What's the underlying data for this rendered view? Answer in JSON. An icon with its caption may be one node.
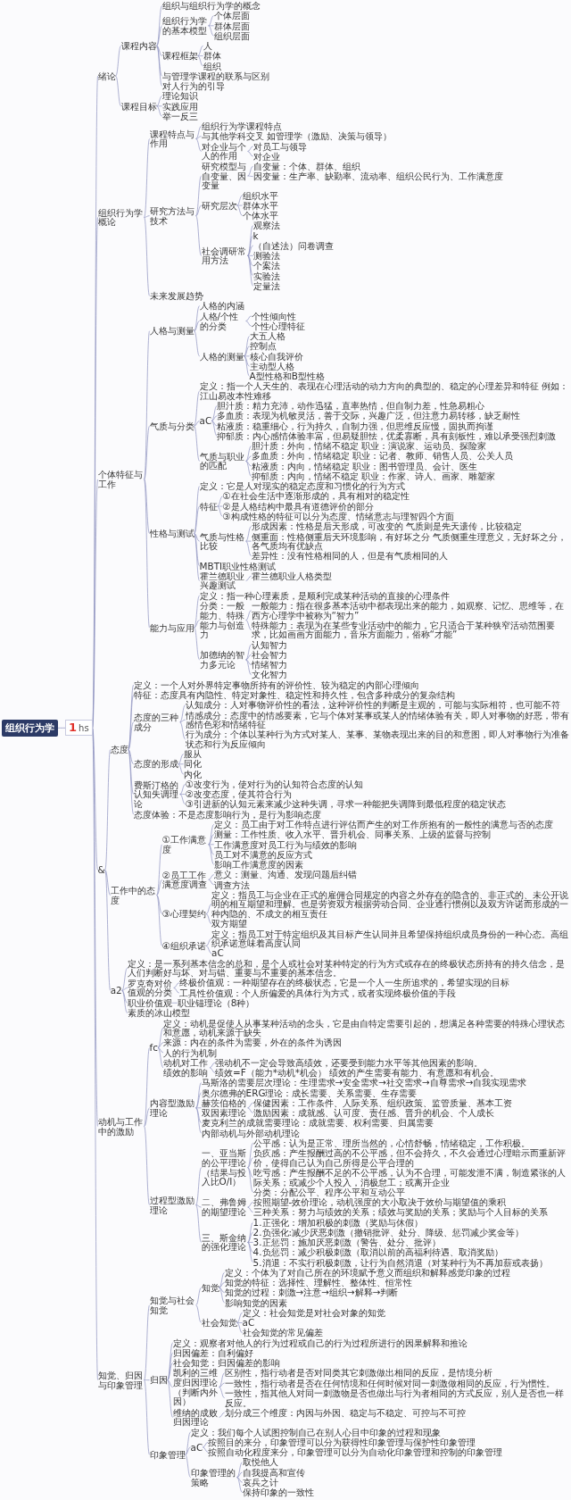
{
  "diagram": {
    "nodes": [
      {
        "text": [
          "组织行为学"
        ]
      },
      {
        "text": [
          "1",
          "hs"
        ]
      },
      {
        "text": [
          "绪论"
        ]
      },
      {
        "text": [
          "课程内容"
        ]
      },
      {
        "text": [
          "组织与组织行为学的概念"
        ]
      },
      {
        "text": [
          "组织行为学的基本模型"
        ]
      },
      {
        "text": [
          "个体层面"
        ]
      },
      {
        "text": [
          "群体层面"
        ]
      },
      {
        "text": [
          "组织层面"
        ]
      },
      {
        "text": [
          "课程框架"
        ]
      },
      {
        "text": [
          "人"
        ]
      },
      {
        "text": [
          "群体"
        ]
      },
      {
        "text": [
          "组织"
        ]
      },
      {
        "text": [
          "与管理学课程的联系与区别"
        ]
      },
      {
        "text": [
          "对人行为的引导"
        ]
      },
      {
        "text": [
          "课程目标"
        ]
      },
      {
        "text": [
          "理论知识"
        ]
      },
      {
        "text": [
          "实践应用"
        ]
      },
      {
        "text": [
          "举一反三"
        ]
      },
      {
        "text": [
          "组织行为学概论"
        ]
      },
      {
        "text": [
          "课程特点与作用"
        ]
      },
      {
        "text": [
          "组织行为学课程特点"
        ]
      },
      {
        "text": [
          "与其他学科交叉 如管理学（激励、决策与领导）"
        ]
      },
      {
        "text": [
          "对企业与个人的作用"
        ]
      },
      {
        "text": [
          "对员工与领导"
        ]
      },
      {
        "text": [
          "对企业"
        ]
      },
      {
        "text": [
          "研究方法与技术"
        ]
      },
      {
        "text": [
          "研究模型与自变量、因变量"
        ]
      },
      {
        "text": [
          "自变量：个体、群体、组织"
        ]
      },
      {
        "text": [
          "因变量：生产率、缺勤率、流动率、组织公民行为、工作满意度"
        ]
      },
      {
        "text": [
          "研究层次"
        ]
      },
      {
        "text": [
          "组织水平"
        ]
      },
      {
        "text": [
          "群体水平"
        ]
      },
      {
        "text": [
          "个体水平"
        ]
      },
      {
        "text": [
          "社会调研常用方法"
        ]
      },
      {
        "text": [
          "观察法"
        ]
      },
      {
        "text": [
          "k"
        ]
      },
      {
        "text": [
          "（自述法）问卷调查"
        ]
      },
      {
        "text": [
          "测验法"
        ]
      },
      {
        "text": [
          "个案法"
        ]
      },
      {
        "text": [
          "实验法"
        ]
      },
      {
        "text": [
          "定量法"
        ]
      },
      {
        "text": [
          "未来发展趋势"
        ]
      },
      {
        "text": [
          "个体特征与工作"
        ]
      },
      {
        "text": [
          "人格与测量"
        ]
      },
      {
        "text": [
          "人格的内涵"
        ]
      },
      {
        "text": [
          "人格/个性的分类"
        ]
      },
      {
        "text": [
          "个性倾向性"
        ]
      },
      {
        "text": [
          "个性心理特征"
        ]
      },
      {
        "text": [
          "人格的测量"
        ]
      },
      {
        "text": [
          "大五人格"
        ]
      },
      {
        "text": [
          "控制点"
        ]
      },
      {
        "text": [
          "核心自我评价"
        ]
      },
      {
        "text": [
          "主动型人格"
        ]
      },
      {
        "text": [
          "A型性格和B型性格"
        ]
      },
      {
        "text": [
          "气质与分类"
        ]
      },
      {
        "text": [
          "定义：指一个人天生的、表现在心理活动的动力方向的典型的、稳定的心理差异和特征 例如：江山易改本性难移"
        ]
      },
      {
        "text": [
          "aC"
        ]
      },
      {
        "text": [
          "胆汁质：精力充沛，动作迅猛，直率热情，但自制力差，性急易粗心"
        ]
      },
      {
        "text": [
          "多血质：表现为机敏灵活，善于交际，兴趣广泛，但注意力易转移，缺乏耐性"
        ]
      },
      {
        "text": [
          "粘液质：稳重细心，行为持久，自制力强，但思维反应慢，固执而拘谨"
        ]
      },
      {
        "text": [
          "抑郁质：内心感情体验丰富，但易疑胆怯，优柔寡断，具有刻板性，难以承受强烈刺激"
        ]
      },
      {
        "text": [
          "气质与职业的匹配"
        ]
      },
      {
        "text": [
          "胆汁质：外向，情绪不稳定 职业：演说家、运动员、探险家"
        ]
      },
      {
        "text": [
          "多血质：外向，情绪稳定 职业：记者、教师、销售人员、公关人员"
        ]
      },
      {
        "text": [
          "粘液质：内向，情绪稳定 职业：图书管理员、会计、医生"
        ]
      },
      {
        "text": [
          "抑郁质：内向，情绪不稳定 职业：作家、诗人、画家、雕塑家"
        ]
      },
      {
        "text": [
          "性格与测试"
        ]
      },
      {
        "text": [
          "定义：它是人对现实的稳定态度和习惯化的行为方式"
        ]
      },
      {
        "text": [
          "特征"
        ]
      },
      {
        "text": [
          "①在社会生活中逐渐形成的，具有相对的稳定性"
        ]
      },
      {
        "text": [
          "②是人格结构中最具有道德评价的部分"
        ]
      },
      {
        "text": [
          "③构成性格的特征可以分为态度、情绪意志与理智四个方面"
        ]
      },
      {
        "text": [
          "气质与性格比较"
        ]
      },
      {
        "text": [
          "形成因素：性格是后天形成，可改变的 气质则是先天遗传，比较稳定"
        ]
      },
      {
        "text": [
          "侧重面：性格侧重后天环境影响，有好坏之分 气质侧重生理意义，无好坏之分，各气质均有优缺点"
        ]
      },
      {
        "text": [
          "差异性：没有性格相同的人，但是有气质相同的人"
        ]
      },
      {
        "text": [
          "MBTI职业性格测试"
        ]
      },
      {
        "text": [
          "霍兰德职业兴趣测试"
        ]
      },
      {
        "text": [
          "霍兰德职业人格类型"
        ]
      },
      {
        "text": [
          "能力与应用"
        ]
      },
      {
        "text": [
          "定义：指一种心理素质，是顺利完成某种活动的直接的心理条件"
        ]
      },
      {
        "text": [
          "分类：一般能力、特殊能力与创造力"
        ]
      },
      {
        "text": [
          "一般能力：指在很多基本活动中都表现出来的能力，如观察、记忆、思维等，在西方心理学中被称为“智力”"
        ]
      },
      {
        "text": [
          "特殊能力：表现为在某些专业活动中的能力，它只适合于某种狭窄活动范围要求，比如画画方面能力，音乐方面能力，俗称“才能”"
        ]
      },
      {
        "text": [
          "加德纳的智力多元论"
        ]
      },
      {
        "text": [
          "认知智力"
        ]
      },
      {
        "text": [
          "社会智力"
        ]
      },
      {
        "text": [
          "情绪智力"
        ]
      },
      {
        "text": [
          "文化智力"
        ]
      },
      {
        "text": [
          "&"
        ]
      },
      {
        "text": [
          "态度"
        ]
      },
      {
        "text": [
          "定义：一个人对外界特定事物所持有的评价性、较为稳定的内部心理倾向"
        ]
      },
      {
        "text": [
          "特征：态度具有内隐性、特定对象性、稳定性和持久性，包含多种成分的复杂结构"
        ]
      },
      {
        "text": [
          "态度的三种成分"
        ]
      },
      {
        "text": [
          "认知成分：人对事物评价性的看法，这种评价性的判断是主观的，可能与实际相符，也可能不符"
        ]
      },
      {
        "text": [
          "情感成分：态度中的情感要素，它与个体对某事或某人的情绪体验有关，即人对事物的好恶，带有感情色彩和情绪特征"
        ]
      },
      {
        "text": [
          "行为成分：个体以某种行为方式对某人、某事、某物表现出来的目的和意图，即人对事物行为准备状态和行为反应倾向"
        ]
      },
      {
        "text": [
          "态度的形成"
        ]
      },
      {
        "text": [
          "服从"
        ]
      },
      {
        "text": [
          "同化"
        ]
      },
      {
        "text": [
          "内化"
        ]
      },
      {
        "text": [
          "费斯汀格的认知失调理论"
        ]
      },
      {
        "text": [
          "①改变行为，使对行为的认知符合态度的认知"
        ]
      },
      {
        "text": [
          "②改变态度，使其符合行为"
        ]
      },
      {
        "text": [
          "③引进新的认知元素来减少这种失调，寻求一种能把失调降到最低程度的稳定状态"
        ]
      },
      {
        "text": [
          "态度体验：不是态度影响行为，是行为影响态度"
        ]
      },
      {
        "text": [
          "工作中的态度"
        ]
      },
      {
        "text": [
          "①工作满意度"
        ]
      },
      {
        "text": [
          "定义：员工由于对工作特点进行评估而产生的对工作所抱有的一般性的满意与否的态度"
        ]
      },
      {
        "text": [
          "测量：工作性质、收入水平、晋升机会、同事关系、上级的监督与控制"
        ]
      },
      {
        "text": [
          "工作满意度对员工行为与绩效的影响"
        ]
      },
      {
        "text": [
          "员工对不满意的反应方式"
        ]
      },
      {
        "text": [
          "影响工作满意度的因素"
        ]
      },
      {
        "text": [
          "②员工工作满意度调查"
        ]
      },
      {
        "text": [
          "意义：测量、沟通、发现问题后纠错"
        ]
      },
      {
        "text": [
          "调查方法"
        ]
      },
      {
        "text": [
          "③心理契约"
        ]
      },
      {
        "text": [
          "定义：指员工与企业在正式的雇佣合同规定的内容之外存在的隐含的、非正式的、未公开说明的相互期望和理解。也是劳资双方根据劳动合同、企业通行惯例以及双方许诺而形成的一种内隐的、不成文的相互责任"
        ]
      },
      {
        "text": [
          "双方期望"
        ]
      },
      {
        "text": [
          "④组织承诺"
        ]
      },
      {
        "text": [
          "定义：指员工对于特定组织及其目标产生认同并且希望保持组织成员身份的一种心态。高组织承诺意味着高度认同"
        ]
      },
      {
        "text": [
          "aC"
        ]
      },
      {
        "text": [
          "a2"
        ]
      },
      {
        "text": [
          "定义：是一系列基本信念的总和，是个人或社会对某种特定的行为方式或存在的终极状态所持有的持久信念，是人们判断好与坏、对与错、重要与不重要的基本信念。"
        ]
      },
      {
        "text": [
          "罗克奇对价值观的分类"
        ]
      },
      {
        "text": [
          "终极价值观：一种期望存在的终极状态，它是一个人一生所追求的，希望实现的目标"
        ]
      },
      {
        "text": [
          "工具性价值观：个人所偏爱的具体行为方式，或者实现终极价值的手段"
        ]
      },
      {
        "text": [
          "职业价值观"
        ]
      },
      {
        "text": [
          "职业锚理论（8种）"
        ]
      },
      {
        "text": [
          "素质的冰山模型"
        ]
      },
      {
        "text": [
          "动机与工作中的激励"
        ]
      },
      {
        "text": [
          "fc"
        ]
      },
      {
        "text": [
          "定义：动机是促使人从事某种活动的念头，它是由自特定需要引起的，想满足各种需要的特殊心理状态和意愿，动机来源于缺失"
        ]
      },
      {
        "text": [
          "来源：内在的条件为需要，外在的条件为诱因"
        ]
      },
      {
        "text": [
          "人的行为机制"
        ]
      },
      {
        "text": [
          "动机对工作绩效的影响"
        ]
      },
      {
        "text": [
          "强动机不一定会导致高绩效，还要受到能力水平等其他因素的影响。"
        ]
      },
      {
        "text": [
          "绩效=F（能力*动机*机会） 绩效的产生需要有能力、有意愿和有机会。"
        ]
      },
      {
        "text": [
          "内容型激励理论"
        ]
      },
      {
        "text": [
          "马斯洛的需要层次理论：生理需求→安全需求→社交需求→自尊需求→自我实现需求"
        ]
      },
      {
        "text": [
          "奥尔德弗的ERG理论：成长需要、关系需要、生存需要"
        ]
      },
      {
        "text": [
          "赫茨伯格的双因素理论"
        ]
      },
      {
        "text": [
          "保健因素：工作条件、人际关系、组织政策、监管质量、基本工资"
        ]
      },
      {
        "text": [
          "激励因素：成就感、认可度、责任感、晋升的机会、个人成长"
        ]
      },
      {
        "text": [
          "麦克利兰的成就需要理论：成就需要、权利需要、归属需要"
        ]
      },
      {
        "text": [
          "内部动机与外部动机理论"
        ]
      },
      {
        "text": [
          "过程型激励理论"
        ]
      },
      {
        "text": [
          "一、亚当斯的公平理论（结果与投入比O/I）"
        ]
      },
      {
        "text": [
          "公平感：认为是正常、理所当然的，心情舒畅，情绪稳定，工作积极。"
        ]
      },
      {
        "text": [
          "负疚感：产生报酬过高的不公平感，但不会持久，不久会通过心理暗示而重新评价，使得自己认为自己所得是公平合理的"
        ]
      },
      {
        "text": [
          "吃亏感：产生报酬不足的不公平感，认为不合理，可能发泄不满，制造紧张的人际关系；或减少个人投入，消极怠工；或离开企业"
        ]
      },
      {
        "text": [
          "分类：分配公平、程序公平和互动公平"
        ]
      },
      {
        "text": [
          "二、弗鲁姆的期望理论"
        ]
      },
      {
        "text": [
          "按照期望-效价理论，动机强度的大小取决于效价与期望值的乘积"
        ]
      },
      {
        "text": [
          "三种关系：努力与绩效的关系；绩效与奖励的关系；奖励与个人目标的关系"
        ]
      },
      {
        "text": [
          "三、斯金纳的强化理论"
        ]
      },
      {
        "text": [
          "1.正强化：增加积极的刺激（奖励与休假）"
        ]
      },
      {
        "text": [
          "2.负强化:减少厌恶刺激（撤销批评、处分、降级、惩罚减少奖金等）"
        ]
      },
      {
        "text": [
          "3.正惩罚：施加厌恶刺激（警告、处分、批评）"
        ]
      },
      {
        "text": [
          "4.负惩罚：减少积极刺激（取消以前的高福利待遇、取消奖励）"
        ]
      },
      {
        "text": [
          "5.消退：不实行积极刺激，让行为自然消退（对某种行为不再加薪或表扬）"
        ]
      },
      {
        "text": [
          "知觉、归因与印象管理"
        ]
      },
      {
        "text": [
          "知觉与社会知觉"
        ]
      },
      {
        "text": [
          "知觉"
        ]
      },
      {
        "text": [
          "定义：个体为了对自己所在的环境赋予意义而组织和解释感觉印象的过程"
        ]
      },
      {
        "text": [
          "知觉的特征：选择性、理解性、整体性、恒常性"
        ]
      },
      {
        "text": [
          "知觉的过程：刺激→注意→组织→解释→判断"
        ]
      },
      {
        "text": [
          "影响知觉的因素"
        ]
      },
      {
        "text": [
          "社会知觉"
        ]
      },
      {
        "text": [
          "定义：社会知觉是对社会对象的知觉"
        ]
      },
      {
        "text": [
          "aC"
        ]
      },
      {
        "text": [
          "社会知觉的常见偏差"
        ]
      },
      {
        "text": [
          "归因"
        ]
      },
      {
        "text": [
          "定义：观察者对他人的行为过程或自己的行为过程所进行的因果解释和推论"
        ]
      },
      {
        "text": [
          "归因偏差：自利偏好"
        ]
      },
      {
        "text": [
          "社会知觉：归因偏差的影响"
        ]
      },
      {
        "text": [
          "凯利的三维度归因理论（判断内外因）"
        ]
      },
      {
        "text": [
          "区别性，指行动者是否对同类其它刺激做出相同的反应，是情境分析"
        ]
      },
      {
        "text": [
          "一致性，指行动者是否在任何情境和任何时候对同一刺激做相同的反应，行为惯性。"
        ]
      },
      {
        "text": [
          "一致性，指其他人对同一刺激物是否也做出与行为者相同的方式反应，别人是否也一样反应。"
        ]
      },
      {
        "text": [
          "维纳的成败归因理论"
        ]
      },
      {
        "text": [
          "划分成三个维度：内因与外因、稳定与不稳定、可控与不可控"
        ]
      },
      {
        "text": [
          "印象管理"
        ]
      },
      {
        "text": [
          "定义：我们每个人试图控制自己在别人心目中印象的过程和现象"
        ]
      },
      {
        "text": [
          "aC"
        ]
      },
      {
        "text": [
          "按照目的来分，印象管理可以分为获得性印象管理与保护性印象管理"
        ]
      },
      {
        "text": [
          "按照自动化程度来分，印象管理可以分为自动化印象管理和控制的印象管理"
        ]
      },
      {
        "text": [
          "印象管理的策略"
        ]
      },
      {
        "text": [
          "取悦他人"
        ]
      },
      {
        "text": [
          "自我提高和宣传"
        ]
      },
      {
        "text": [
          "哀兵之计"
        ]
      },
      {
        "text": [
          "保持印象的一致性"
        ]
      }
    ],
    "edges": [
      {
        "from": 0,
        "to": 1,
        "arrow": "none"
      },
      {
        "from": 1,
        "to": 2,
        "arrow": "none"
      },
      {
        "from": 2,
        "to": 3,
        "arrow": "none"
      },
      {
        "from": 3,
        "to": 4,
        "arrow": "none"
      },
      {
        "from": 3,
        "to": 5,
        "arrow": "none"
      },
      {
        "from": 5,
        "to": 6,
        "arrow": "none"
      },
      {
        "from": 5,
        "to": 7,
        "arrow": "none"
      },
      {
        "from": 5,
        "to": 8,
        "arrow": "none"
      },
      {
        "from": 3,
        "to": 9,
        "arrow": "none"
      },
      {
        "from": 9,
        "to": 10,
        "arrow": "none"
      },
      {
        "from": 9,
        "to": 11,
        "arrow": "none"
      },
      {
        "from": 9,
        "to": 12,
        "arrow": "none"
      },
      {
        "from": 3,
        "to": 13,
        "arrow": "none"
      },
      {
        "from": 3,
        "to": 14,
        "arrow": "none"
      },
      {
        "from": 2,
        "to": 15,
        "arrow": "none"
      },
      {
        "from": 15,
        "to": 16,
        "arrow": "none"
      },
      {
        "from": 15,
        "to": 17,
        "arrow": "none"
      },
      {
        "from": 15,
        "to": 18,
        "arrow": "none"
      },
      {
        "from": 1,
        "to": 19,
        "arrow": "none"
      },
      {
        "from": 19,
        "to": 20,
        "arrow": "none"
      },
      {
        "from": 20,
        "to": 21,
        "arrow": "none"
      },
      {
        "from": 20,
        "to": 22,
        "arrow": "none"
      },
      {
        "from": 20,
        "to": 23,
        "arrow": "none"
      },
      {
        "from": 23,
        "to": 24,
        "arrow": "none"
      },
      {
        "from": 23,
        "to": 25,
        "arrow": "none"
      },
      {
        "from": 19,
        "to": 26,
        "arrow": "none"
      },
      {
        "from": 26,
        "to": 27,
        "arrow": "none"
      },
      {
        "from": 27,
        "to": 28,
        "arrow": "none"
      },
      {
        "from": 27,
        "to": 29,
        "arrow": "none"
      },
      {
        "from": 26,
        "to": 30,
        "arrow": "none"
      },
      {
        "from": 30,
        "to": 31,
        "arrow": "none"
      },
      {
        "from": 30,
        "to": 32,
        "arrow": "none"
      },
      {
        "from": 30,
        "to": 33,
        "arrow": "none"
      },
      {
        "from": 26,
        "to": 34,
        "arrow": "none"
      },
      {
        "from": 34,
        "to": 35,
        "arrow": "none"
      },
      {
        "from": 34,
        "to": 36,
        "arrow": "none"
      },
      {
        "from": 34,
        "to": 37,
        "arrow": "none"
      },
      {
        "from": 34,
        "to": 38,
        "arrow": "none"
      },
      {
        "from": 34,
        "to": 39,
        "arrow": "none"
      },
      {
        "from": 34,
        "to": 40,
        "arrow": "none"
      },
      {
        "from": 34,
        "to": 41,
        "arrow": "none"
      },
      {
        "from": 19,
        "to": 42,
        "arrow": "none"
      },
      {
        "from": 1,
        "to": 43,
        "arrow": "none"
      },
      {
        "from": 43,
        "to": 44,
        "arrow": "none"
      },
      {
        "from": 44,
        "to": 45,
        "arrow": "none"
      },
      {
        "from": 44,
        "to": 46,
        "arrow": "none"
      },
      {
        "from": 46,
        "to": 47,
        "arrow": "none"
      },
      {
        "from": 46,
        "to": 48,
        "arrow": "none"
      },
      {
        "from": 44,
        "to": 49,
        "arrow": "none"
      },
      {
        "from": 49,
        "to": 50,
        "arrow": "none"
      },
      {
        "from": 49,
        "to": 51,
        "arrow": "none"
      },
      {
        "from": 49,
        "to": 52,
        "arrow": "none"
      },
      {
        "from": 49,
        "to": 53,
        "arrow": "none"
      },
      {
        "from": 49,
        "to": 54,
        "arrow": "none"
      },
      {
        "from": 43,
        "to": 55,
        "arrow": "none"
      },
      {
        "from": 55,
        "to": 56,
        "arrow": "none"
      },
      {
        "from": 55,
        "to": 57,
        "arrow": "none"
      },
      {
        "from": 57,
        "to": 58,
        "arrow": "none"
      },
      {
        "from": 57,
        "to": 59,
        "arrow": "none"
      },
      {
        "from": 57,
        "to": 60,
        "arrow": "none"
      },
      {
        "from": 57,
        "to": 61,
        "arrow": "none"
      },
      {
        "from": 55,
        "to": 62,
        "arrow": "none"
      },
      {
        "from": 62,
        "to": 63,
        "arrow": "none"
      },
      {
        "from": 62,
        "to": 64,
        "arrow": "none"
      },
      {
        "from": 62,
        "to": 65,
        "arrow": "none"
      },
      {
        "from": 62,
        "to": 66,
        "arrow": "none"
      },
      {
        "from": 43,
        "to": 67,
        "arrow": "none"
      },
      {
        "from": 67,
        "to": 68,
        "arrow": "none"
      },
      {
        "from": 67,
        "to": 69,
        "arrow": "none"
      },
      {
        "from": 69,
        "to": 70,
        "arrow": "none"
      },
      {
        "from": 69,
        "to": 71,
        "arrow": "none"
      },
      {
        "from": 69,
        "to": 72,
        "arrow": "none"
      },
      {
        "from": 67,
        "to": 73,
        "arrow": "none"
      },
      {
        "from": 73,
        "to": 74,
        "arrow": "none"
      },
      {
        "from": 73,
        "to": 75,
        "arrow": "none"
      },
      {
        "from": 73,
        "to": 76,
        "arrow": "none"
      },
      {
        "from": 67,
        "to": 77,
        "arrow": "none"
      },
      {
        "from": 67,
        "to": 78,
        "arrow": "none"
      },
      {
        "from": 78,
        "to": 79,
        "arrow": "none"
      },
      {
        "from": 43,
        "to": 80,
        "arrow": "none"
      },
      {
        "from": 80,
        "to": 81,
        "arrow": "none"
      },
      {
        "from": 80,
        "to": 82,
        "arrow": "none"
      },
      {
        "from": 82,
        "to": 83,
        "arrow": "none"
      },
      {
        "from": 82,
        "to": 84,
        "arrow": "none"
      },
      {
        "from": 80,
        "to": 85,
        "arrow": "none"
      },
      {
        "from": 85,
        "to": 86,
        "arrow": "none"
      },
      {
        "from": 85,
        "to": 87,
        "arrow": "none"
      },
      {
        "from": 85,
        "to": 88,
        "arrow": "none"
      },
      {
        "from": 85,
        "to": 89,
        "arrow": "none"
      },
      {
        "from": 1,
        "to": 90,
        "arrow": "none"
      },
      {
        "from": 90,
        "to": 91,
        "arrow": "none"
      },
      {
        "from": 91,
        "to": 92,
        "arrow": "none"
      },
      {
        "from": 91,
        "to": 93,
        "arrow": "none"
      },
      {
        "from": 91,
        "to": 94,
        "arrow": "none"
      },
      {
        "from": 94,
        "to": 95,
        "arrow": "none"
      },
      {
        "from": 94,
        "to": 96,
        "arrow": "none"
      },
      {
        "from": 94,
        "to": 97,
        "arrow": "none"
      },
      {
        "from": 91,
        "to": 98,
        "arrow": "none"
      },
      {
        "from": 98,
        "to": 99,
        "arrow": "none"
      },
      {
        "from": 98,
        "to": 100,
        "arrow": "none"
      },
      {
        "from": 98,
        "to": 101,
        "arrow": "none"
      },
      {
        "from": 91,
        "to": 102,
        "arrow": "none"
      },
      {
        "from": 102,
        "to": 103,
        "arrow": "none"
      },
      {
        "from": 102,
        "to": 104,
        "arrow": "none"
      },
      {
        "from": 102,
        "to": 105,
        "arrow": "none"
      },
      {
        "from": 91,
        "to": 106,
        "arrow": "none"
      },
      {
        "from": 90,
        "to": 107,
        "arrow": "none"
      },
      {
        "from": 107,
        "to": 108,
        "arrow": "none"
      },
      {
        "from": 108,
        "to": 109,
        "arrow": "none"
      },
      {
        "from": 108,
        "to": 110,
        "arrow": "none"
      },
      {
        "from": 108,
        "to": 111,
        "arrow": "none"
      },
      {
        "from": 108,
        "to": 112,
        "arrow": "none"
      },
      {
        "from": 108,
        "to": 113,
        "arrow": "none"
      },
      {
        "from": 107,
        "to": 114,
        "arrow": "none"
      },
      {
        "from": 114,
        "to": 115,
        "arrow": "none"
      },
      {
        "from": 114,
        "to": 116,
        "arrow": "none"
      },
      {
        "from": 107,
        "to": 117,
        "arrow": "none"
      },
      {
        "from": 117,
        "to": 118,
        "arrow": "none"
      },
      {
        "from": 117,
        "to": 119,
        "arrow": "none"
      },
      {
        "from": 107,
        "to": 120,
        "arrow": "none"
      },
      {
        "from": 120,
        "to": 121,
        "arrow": "none"
      },
      {
        "from": 120,
        "to": 122,
        "arrow": "none"
      },
      {
        "from": 90,
        "to": 123,
        "arrow": "none"
      },
      {
        "from": 123,
        "to": 124,
        "arrow": "none"
      },
      {
        "from": 123,
        "to": 125,
        "arrow": "none"
      },
      {
        "from": 125,
        "to": 126,
        "arrow": "none"
      },
      {
        "from": 125,
        "to": 127,
        "arrow": "none"
      },
      {
        "from": 123,
        "to": 128,
        "arrow": "none"
      },
      {
        "from": 128,
        "to": 129,
        "arrow": "none"
      },
      {
        "from": 123,
        "to": 130,
        "arrow": "none"
      },
      {
        "from": 1,
        "to": 131,
        "arrow": "none"
      },
      {
        "from": 131,
        "to": 132,
        "arrow": "none"
      },
      {
        "from": 132,
        "to": 133,
        "arrow": "none"
      },
      {
        "from": 132,
        "to": 134,
        "arrow": "none"
      },
      {
        "from": 132,
        "to": 135,
        "arrow": "none"
      },
      {
        "from": 132,
        "to": 136,
        "arrow": "none"
      },
      {
        "from": 136,
        "to": 137,
        "arrow": "none"
      },
      {
        "from": 136,
        "to": 138,
        "arrow": "none"
      },
      {
        "from": 131,
        "to": 139,
        "arrow": "none"
      },
      {
        "from": 139,
        "to": 140,
        "arrow": "none"
      },
      {
        "from": 139,
        "to": 141,
        "arrow": "none"
      },
      {
        "from": 139,
        "to": 142,
        "arrow": "none"
      },
      {
        "from": 142,
        "to": 143,
        "arrow": "none"
      },
      {
        "from": 142,
        "to": 144,
        "arrow": "none"
      },
      {
        "from": 139,
        "to": 145,
        "arrow": "none"
      },
      {
        "from": 139,
        "to": 146,
        "arrow": "none"
      },
      {
        "from": 131,
        "to": 147,
        "arrow": "none"
      },
      {
        "from": 147,
        "to": 148,
        "arrow": "none"
      },
      {
        "from": 148,
        "to": 149,
        "arrow": "none"
      },
      {
        "from": 148,
        "to": 150,
        "arrow": "none"
      },
      {
        "from": 148,
        "to": 151,
        "arrow": "none"
      },
      {
        "from": 148,
        "to": 152,
        "arrow": "none"
      },
      {
        "from": 147,
        "to": 153,
        "arrow": "none"
      },
      {
        "from": 153,
        "to": 154,
        "arrow": "none"
      },
      {
        "from": 153,
        "to": 155,
        "arrow": "none"
      },
      {
        "from": 147,
        "to": 156,
        "arrow": "none"
      },
      {
        "from": 156,
        "to": 157,
        "arrow": "none"
      },
      {
        "from": 156,
        "to": 158,
        "arrow": "none"
      },
      {
        "from": 156,
        "to": 159,
        "arrow": "none"
      },
      {
        "from": 156,
        "to": 160,
        "arrow": "none"
      },
      {
        "from": 156,
        "to": 161,
        "arrow": "none"
      },
      {
        "from": 1,
        "to": 162,
        "arrow": "none"
      },
      {
        "from": 162,
        "to": 163,
        "arrow": "none"
      },
      {
        "from": 163,
        "to": 164,
        "arrow": "none"
      },
      {
        "from": 164,
        "to": 165,
        "arrow": "none"
      },
      {
        "from": 164,
        "to": 166,
        "arrow": "none"
      },
      {
        "from": 164,
        "to": 167,
        "arrow": "none"
      },
      {
        "from": 164,
        "to": 168,
        "arrow": "none"
      },
      {
        "from": 163,
        "to": 169,
        "arrow": "none"
      },
      {
        "from": 169,
        "to": 170,
        "arrow": "none"
      },
      {
        "from": 169,
        "to": 171,
        "arrow": "none"
      },
      {
        "from": 169,
        "to": 172,
        "arrow": "none"
      },
      {
        "from": 162,
        "to": 173,
        "arrow": "none"
      },
      {
        "from": 173,
        "to": 174,
        "arrow": "none"
      },
      {
        "from": 173,
        "to": 175,
        "arrow": "none"
      },
      {
        "from": 173,
        "to": 176,
        "arrow": "none"
      },
      {
        "from": 173,
        "to": 177,
        "arrow": "none"
      },
      {
        "from": 177,
        "to": 178,
        "arrow": "none"
      },
      {
        "from": 177,
        "to": 179,
        "arrow": "none"
      },
      {
        "from": 177,
        "to": 180,
        "arrow": "none"
      },
      {
        "from": 173,
        "to": 181,
        "arrow": "none"
      },
      {
        "from": 181,
        "to": 182,
        "arrow": "none"
      },
      {
        "from": 162,
        "to": 183,
        "arrow": "none"
      },
      {
        "from": 183,
        "to": 184,
        "arrow": "none"
      },
      {
        "from": 183,
        "to": 185,
        "arrow": "none"
      },
      {
        "from": 185,
        "to": 186,
        "arrow": "none"
      },
      {
        "from": 185,
        "to": 187,
        "arrow": "none"
      },
      {
        "from": 183,
        "to": 188,
        "arrow": "none"
      },
      {
        "from": 188,
        "to": 189,
        "arrow": "none"
      },
      {
        "from": 188,
        "to": 190,
        "arrow": "none"
      },
      {
        "from": 188,
        "to": 191,
        "arrow": "none"
      },
      {
        "from": 188,
        "to": 192,
        "arrow": "none"
      }
    ]
  }
}
